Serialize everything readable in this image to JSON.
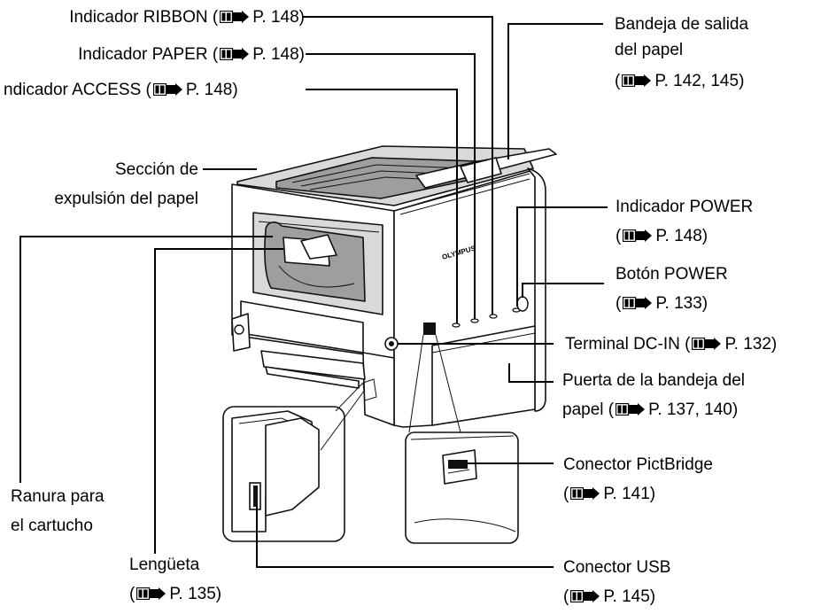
{
  "labels": {
    "ribbon": {
      "name": "Indicador RIBBON (",
      "page": "P. 148)"
    },
    "paper": {
      "name": "Indicador PAPER (",
      "page": "P. 148)"
    },
    "access": {
      "name": "ndicador ACCESS (",
      "page": "P. 148)"
    },
    "tray_out": {
      "line1": "Bandeja de salida",
      "line2": "del papel",
      "line3_pre": "(",
      "page": "P. 142, 145)"
    },
    "ejection": {
      "line1": "Sección de",
      "line2": "expulsión del papel"
    },
    "power_ind": {
      "line1": "Indicador POWER",
      "pre": "(",
      "page": "P. 148)"
    },
    "power_btn": {
      "line1": "Botón POWER",
      "pre": "(",
      "page": "P. 133)"
    },
    "dcin": {
      "name": "Terminal DC-IN (",
      "page": "P. 132)"
    },
    "tray_door": {
      "line1": "Puerta de la bandeja del",
      "line2_pre": "papel (",
      "page": "P. 137, 140)"
    },
    "pictbridge": {
      "line1": "Conector PictBridge",
      "pre": "(",
      "page": "P. 141)"
    },
    "slot": {
      "line1": "Ranura para",
      "line2": "el cartucho"
    },
    "tab": {
      "line1": "Lengüeta",
      "pre": "(",
      "page": "P. 135)"
    },
    "usb": {
      "line1": "Conector USB",
      "pre": "(",
      "page": "P. 145)"
    }
  },
  "printer": {
    "brand": "OLYMPUS"
  },
  "icons": {
    "reference": "book-arrow-reference-icon"
  }
}
